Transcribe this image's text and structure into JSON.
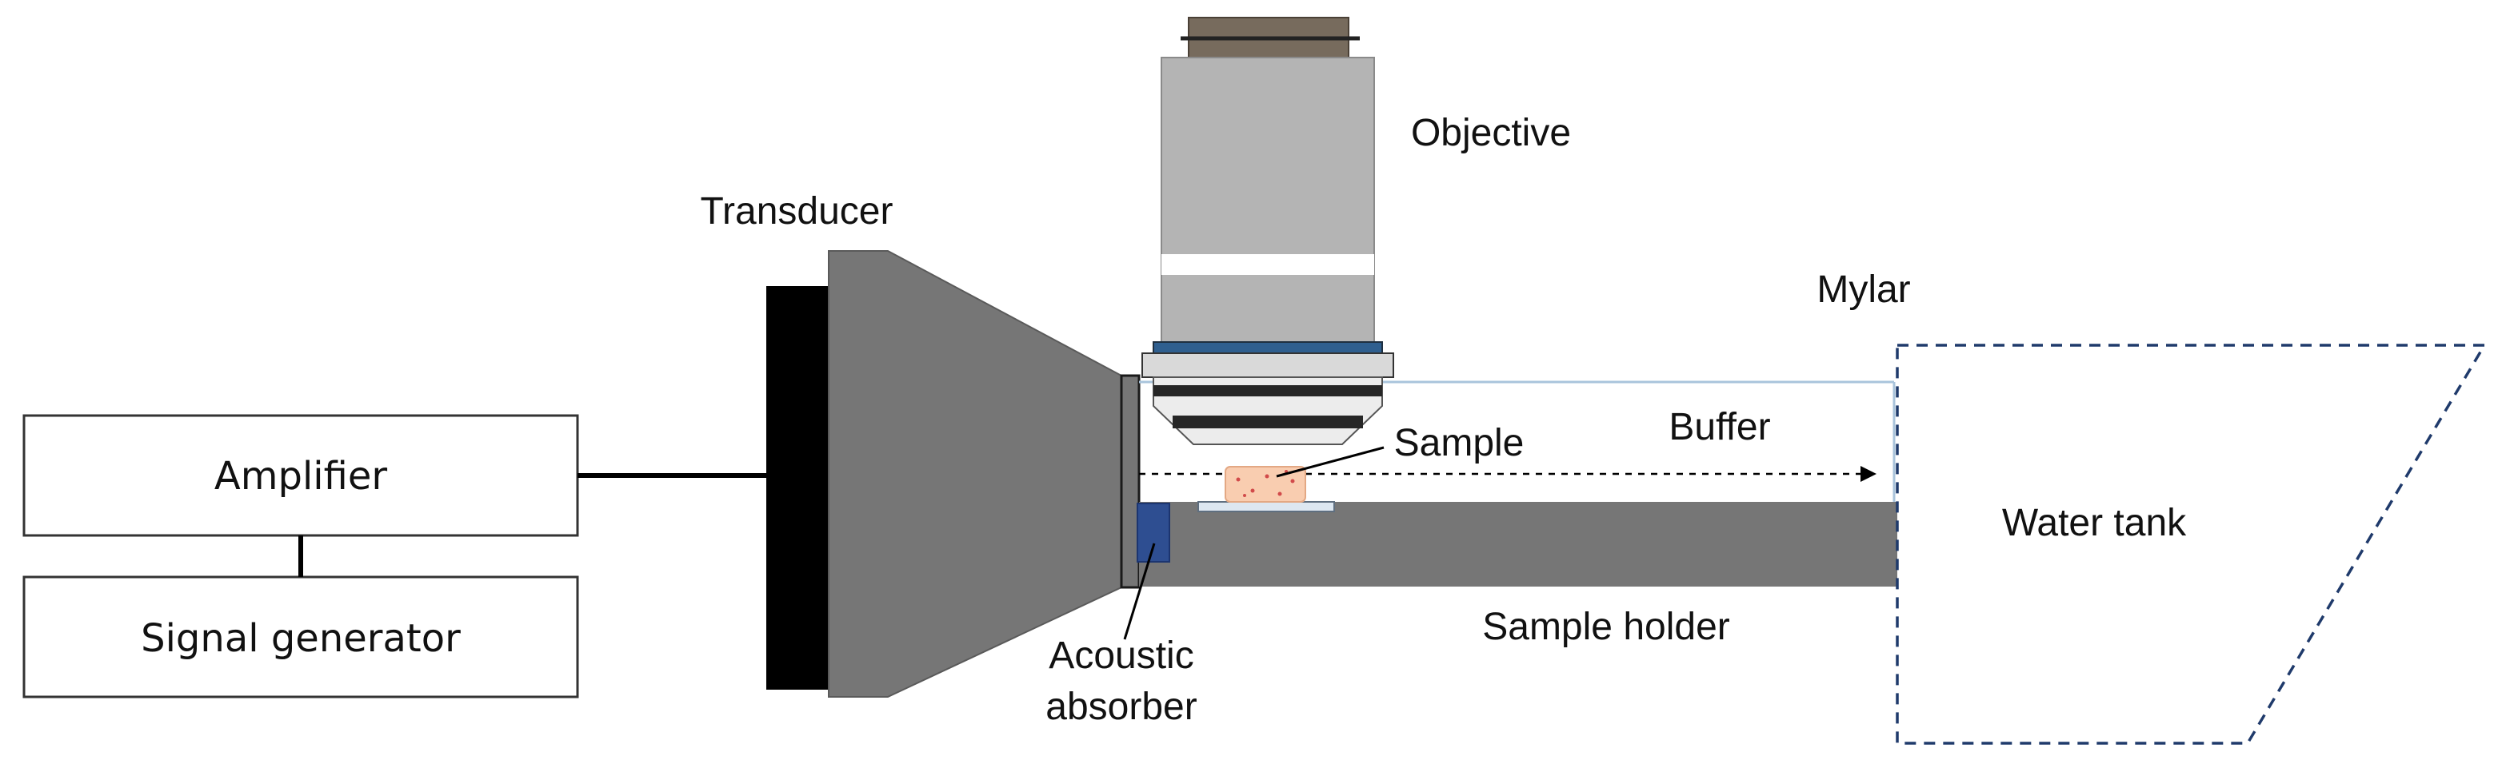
{
  "labels": {
    "objective": "Objective",
    "transducer": "Transducer",
    "mylar": "Mylar",
    "amplifier": "Amplifier",
    "signal_generator": "Signal generator",
    "sample": "Sample",
    "buffer": "Buffer",
    "water_tank": "Water tank",
    "acoustic_absorber_line1": "Acoustic",
    "acoustic_absorber_line2": "absorber",
    "sample_holder": "Sample holder"
  },
  "colors": {
    "transducer_gray": "#767676",
    "transducer_backing": "#000000",
    "objective_body": "#b4b4b4",
    "objective_cap": "#776b5d",
    "objective_ring_blue": "#2f5f8f",
    "objective_lens": "#262626",
    "sample_holder_gray": "#767676",
    "acoustic_absorber_blue": "#2e4e91",
    "sample_fill": "#f9cdb0",
    "sample_dots": "#d14a4a",
    "water_tank_outline": "#1f3a6b",
    "mylar_line": "#a9c4dc"
  }
}
